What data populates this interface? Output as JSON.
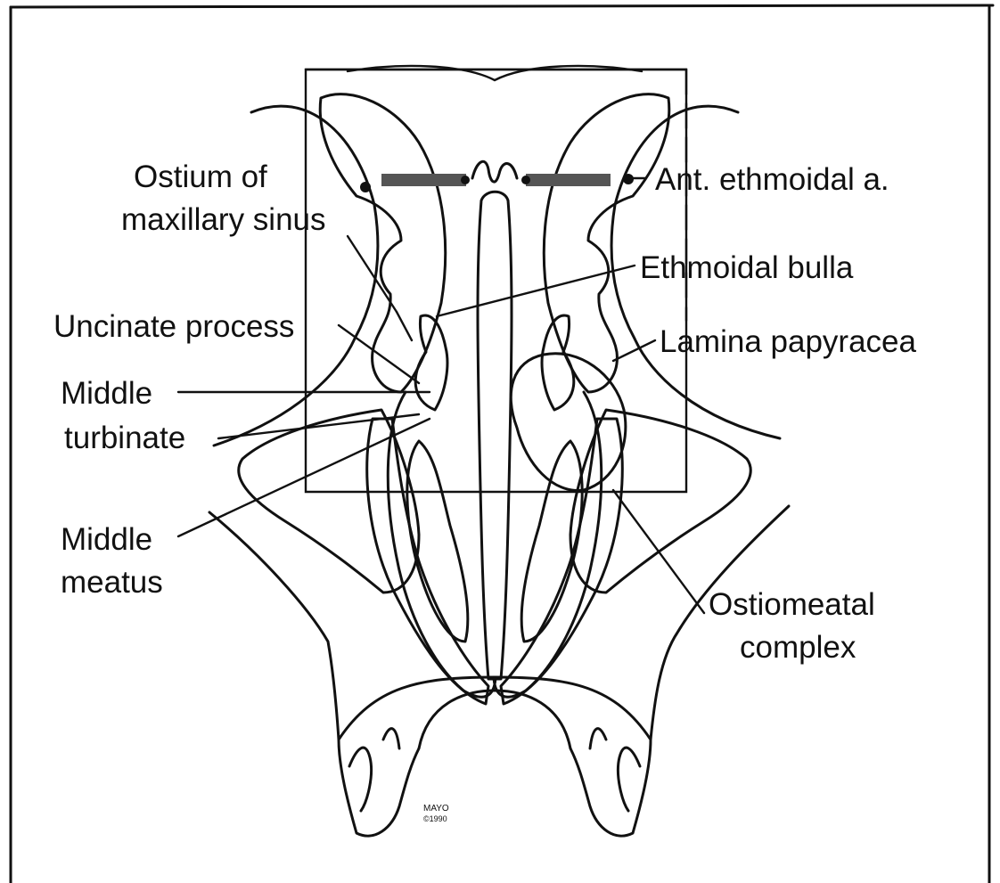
{
  "labels": {
    "ostium_line1": "Ostium of",
    "ostium_line2": "maxillary sinus",
    "ant_ethmoidal": "Ant. ethmoidal a.",
    "ethmoidal_bulla": "Ethmoidal bulla",
    "uncinate_process": "Uncinate process",
    "lamina_papyracea": "Lamina papyracea",
    "middle_turbinate_line1": "Middle",
    "middle_turbinate_line2": "turbinate",
    "middle_meatus_line1": "Middle",
    "middle_meatus_line2": "meatus",
    "ostiomeatal_line1": "Ostiomeatal",
    "ostiomeatal_line2": "complex",
    "signature_line1": "MAYO",
    "signature_line2": "©1990"
  },
  "colors": {
    "ink": "#111111",
    "stipple": "#bdbdbd",
    "background": "#ffffff"
  }
}
